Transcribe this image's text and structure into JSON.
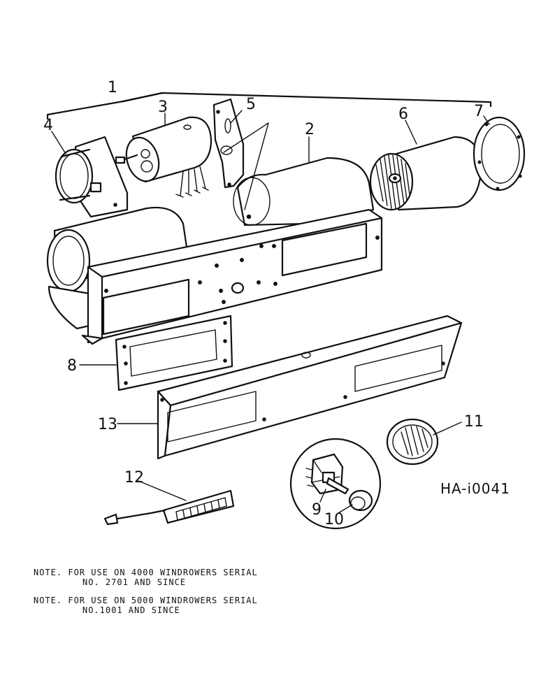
{
  "callouts": {
    "c1": "1",
    "c2": "2",
    "c3": "3",
    "c4": "4",
    "c5": "5",
    "c6": "6",
    "c7": "7",
    "c8": "8",
    "c9": "9",
    "c10": "10",
    "c11": "11",
    "c12": "12",
    "c13": "13"
  },
  "drawing_code": "HA-i0041",
  "notes": [
    {
      "line1": "NOTE. FOR USE ON 4000 WINDROWERS SERIAL",
      "line2": "NO. 2701 AND SINCE"
    },
    {
      "line1": "NOTE. FOR USE ON 5000 WINDROWERS SERIAL",
      "line2": "NO.1001 AND SINCE"
    }
  ]
}
